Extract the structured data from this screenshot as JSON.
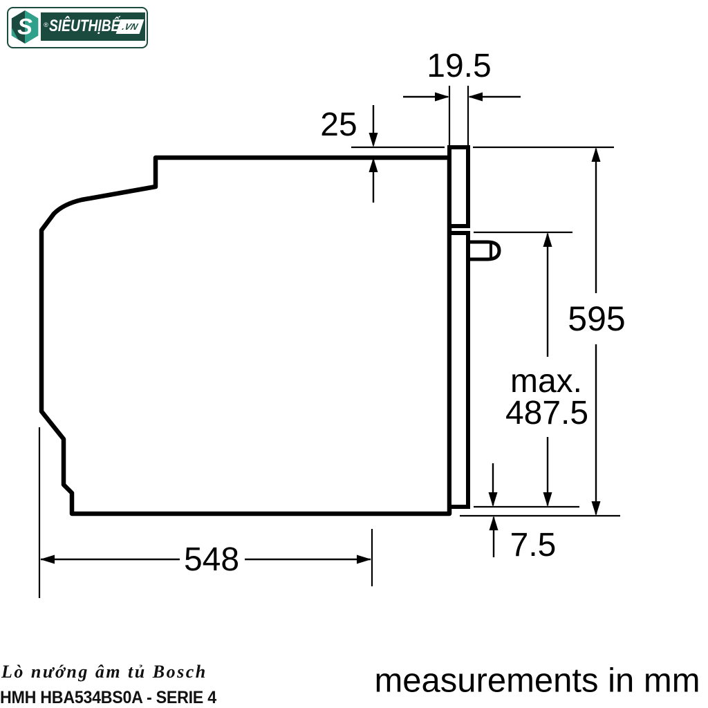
{
  "logo": {
    "brand": "SIÊUTHỊBẾP",
    "domain": ".VN",
    "reg_mark": "®",
    "monogram": "S",
    "colors": {
      "dark_green": "#1b4a3f",
      "teal": "#2fa08a"
    }
  },
  "diagram": {
    "unit_note": "measurements in mm",
    "dimensions": {
      "front_protrusion": "19.5",
      "top_clearance": "25",
      "total_height": "595",
      "handle_max_prefix": "max.",
      "handle_max_value": "487.5",
      "bottom_overlap": "7.5",
      "body_depth": "548"
    }
  },
  "footer": {
    "product_name": "Lò nướng âm tủ Bosch",
    "model": "HMH HBA534BS0A - SERIE 4"
  }
}
